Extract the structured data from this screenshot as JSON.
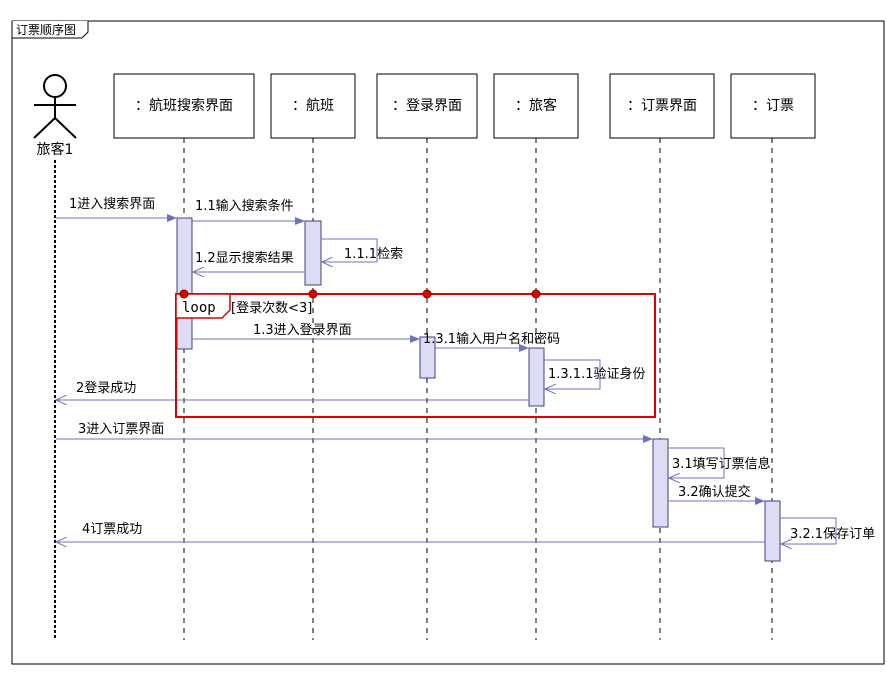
{
  "diagram": {
    "frame_title": "订票顺序图",
    "actor": {
      "label": "旅客1"
    },
    "lifelines": [
      {
        "id": "search_ui",
        "label": "：航班搜索界面"
      },
      {
        "id": "flight",
        "label": "：航班"
      },
      {
        "id": "login_ui",
        "label": "：登录界面"
      },
      {
        "id": "passenger",
        "label": "：旅客"
      },
      {
        "id": "booking_ui",
        "label": "：订票界面"
      },
      {
        "id": "booking",
        "label": "：订票"
      }
    ],
    "loop": {
      "keyword": "loop",
      "guard": "[登录次数<3]"
    },
    "messages": [
      {
        "id": "m1",
        "label": "1进入搜索界面",
        "from": "actor",
        "to": "search_ui",
        "kind": "sync"
      },
      {
        "id": "m1_1",
        "label": "1.1输入搜索条件",
        "from": "search_ui",
        "to": "flight",
        "kind": "sync"
      },
      {
        "id": "m1_1_1",
        "label": "1.1.1检索",
        "from": "flight",
        "to": "flight",
        "kind": "self"
      },
      {
        "id": "m1_2",
        "label": "1.2显示搜索结果",
        "from": "flight",
        "to": "search_ui",
        "kind": "return"
      },
      {
        "id": "m1_3",
        "label": "1.3进入登录界面",
        "from": "search_ui",
        "to": "login_ui",
        "kind": "sync"
      },
      {
        "id": "m1_3_1",
        "label": "1.3.1输入用户名和密码",
        "from": "login_ui",
        "to": "passenger",
        "kind": "sync"
      },
      {
        "id": "m1_3_1_1",
        "label": "1.3.1.1验证身份",
        "from": "passenger",
        "to": "passenger",
        "kind": "self"
      },
      {
        "id": "m2",
        "label": "2登录成功",
        "from": "passenger",
        "to": "actor",
        "kind": "return"
      },
      {
        "id": "m3",
        "label": "3进入订票界面",
        "from": "actor",
        "to": "booking_ui",
        "kind": "sync"
      },
      {
        "id": "m3_1",
        "label": "3.1填写订票信息",
        "from": "booking_ui",
        "to": "booking_ui",
        "kind": "self"
      },
      {
        "id": "m3_2",
        "label": "3.2确认提交",
        "from": "booking_ui",
        "to": "booking",
        "kind": "sync"
      },
      {
        "id": "m3_2_1",
        "label": "3.2.1保存订单",
        "from": "booking",
        "to": "booking",
        "kind": "self"
      },
      {
        "id": "m4",
        "label": "4订票成功",
        "from": "booking",
        "to": "actor",
        "kind": "return"
      }
    ],
    "colors": {
      "message_line": "#7070c0",
      "activation_fill": "#dcdcf4",
      "loop_border": "#e00000",
      "loop_marker": "#e00000"
    }
  }
}
